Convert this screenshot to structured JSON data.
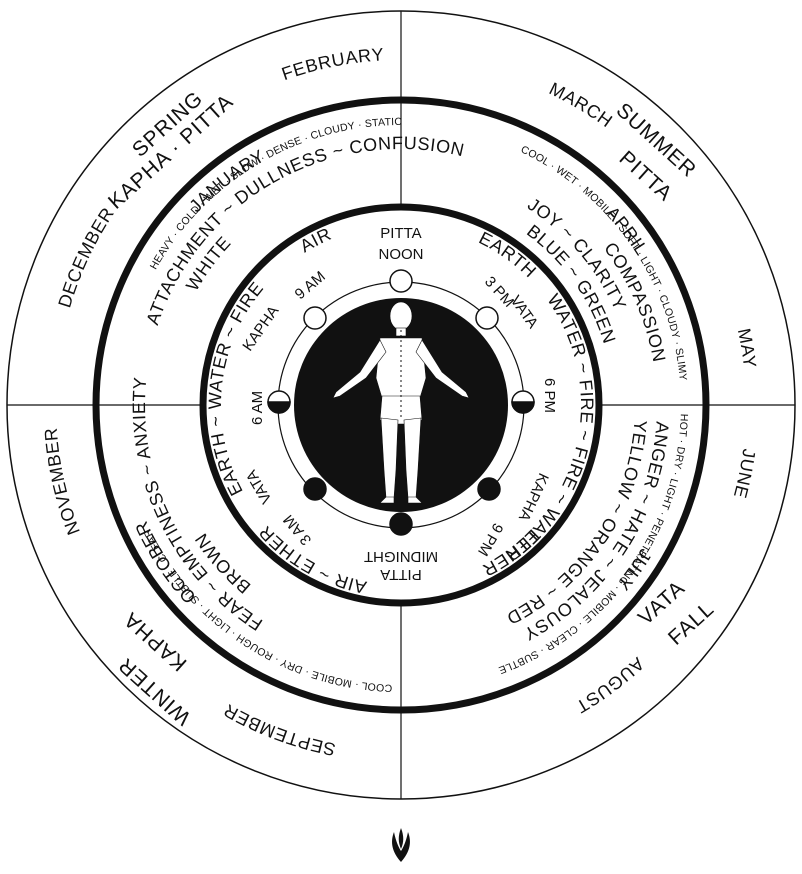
{
  "colors": {
    "ink": "#111111",
    "paper": "#ffffff"
  },
  "seasons": [
    {
      "name": "SPRING",
      "dosha": "KAPHA · PITTA"
    },
    {
      "name": "SUMMER",
      "dosha": "PITTA"
    },
    {
      "name": "FALL",
      "dosha": "VATA"
    },
    {
      "name": "WINTER",
      "dosha": "KAPHA"
    }
  ],
  "months": {
    "may": "MAY",
    "june": "JUNE",
    "july": "JULY",
    "august": "AUGUST",
    "april": "APRIL",
    "march": "MARCH",
    "february": "FEBRUARY",
    "january": "JANUARY",
    "december": "DECEMBER",
    "november": "NOVEMBER",
    "october": "OCTOBER",
    "september": "SEPTEMBER"
  },
  "qualities": {
    "spring": "COOL · WET · MOBILE · SOFT · LIGHT · CLOUDY · SLIMY",
    "summer": "HOT · DRY · LIGHT · PENETRATING · MOBILE · CLEAR · SUBTLE",
    "fall": "COOL · MOBILE · DRY · ROUGH · LIGHT · SUBTLE · CLEAR",
    "winter": "HEAVY · COLD · WET · SLOW · DENSE · CLOUDY · STATIC"
  },
  "emotions": {
    "spring_outer": "COMPASSION",
    "spring_mid": "JOY ~ CLARITY",
    "spring_inner": "BLUE ~ GREEN",
    "summer_outer": "ANGER ~ HATE ~ JEALOUSY",
    "summer_inner": "YELLOW ~ ORANGE ~ RED",
    "fall_outer": "FEAR ~ EMPTINESS ~ ANXIETY",
    "fall_inner": "BROWN",
    "winter_outer": "ATTACHMENT ~ DULLNESS ~ CONFUSION",
    "winter_inner": "WHITE"
  },
  "elements": {
    "top": "WATER ~ FIRE ~ FIRE ~ WATER",
    "left_top": "EARTH",
    "left_bottom": "AIR",
    "right_top": "ETHER",
    "right_bottom": "AIR ~ ETHER",
    "bottom": "EARTH ~ WATER ~ FIRE"
  },
  "clock": {
    "noon_dosha": "PITTA",
    "noon": "NOON",
    "midnight_dosha": "PITTA",
    "midnight": "MIDNIGHT",
    "h9am": "9 AM",
    "h9am_dosha": "KAPHA",
    "h3pm": "3 PM",
    "h3pm_dosha": "VATA",
    "h6am": "6 AM",
    "h6pm": "6 PM",
    "h3am": "3 AM",
    "h3am_dosha": "VATA",
    "h9pm": "9 PM",
    "h9pm_dosha": "KAPHA"
  }
}
